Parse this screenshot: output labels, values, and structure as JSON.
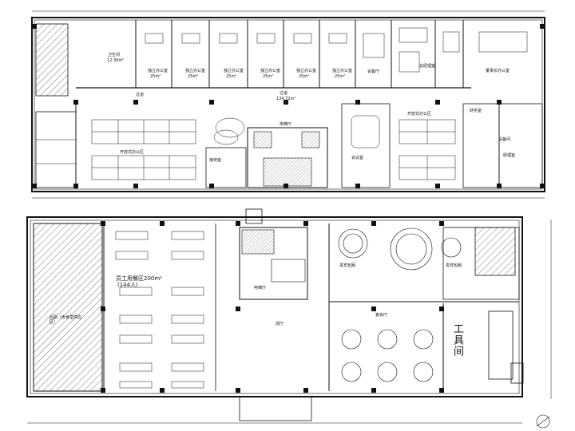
{
  "upper_floor": {
    "restroom": "卫生间",
    "restroom_area": "12.30m²",
    "offices": [
      "独立办公室",
      "独立办公室",
      "独立办公室",
      "独立办公室",
      "独立办公室",
      "独立办公室"
    ],
    "office_area": "25m²",
    "meeting_room": "会客厅",
    "gm_office": "总经理室",
    "chairman_office": "董事长办公室",
    "corridor_left": "过道",
    "corridor_center": "过道",
    "corridor_area": "134.72m²",
    "elevator_hall": "电梯厅",
    "open_office_left": "开放式办公区",
    "open_office_right": "开放式办公区",
    "reception": "接待室",
    "conference": "会议室",
    "finance": "财务室",
    "manager": "经理室",
    "equipment": "设备间"
  },
  "lower_floor": {
    "left_zone": "后厨（含食堂供应区）",
    "dining": "员工用餐区200m²",
    "dining_seats": "(144人)",
    "elevator_hall": "电梯厅",
    "lobby": "前厅",
    "private_room_1": "贵宾包厢",
    "private_room_2": "贵宾包厢",
    "banquet": "宴会厅",
    "workshop": "工具间"
  }
}
